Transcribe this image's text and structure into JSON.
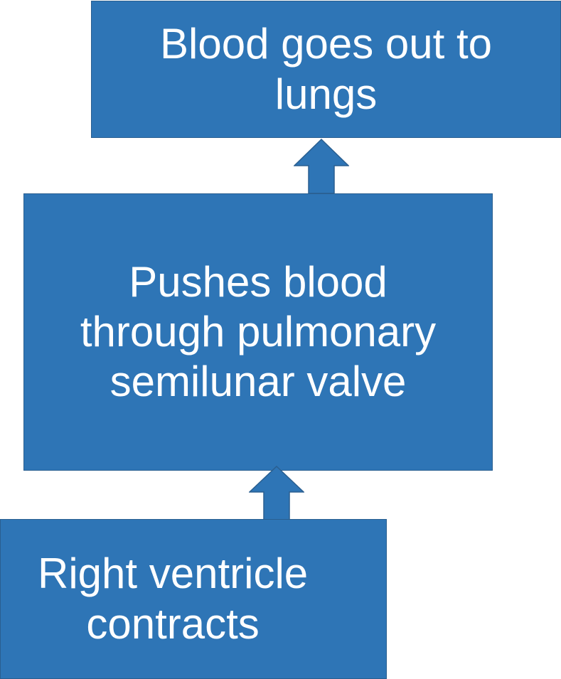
{
  "diagram": {
    "colors": {
      "box_fill": "#2e75b6",
      "box_border": "#2a5f90",
      "text": "#ffffff"
    },
    "steps": [
      {
        "id": "step-3",
        "label": "Blood goes out to\nlungs"
      },
      {
        "id": "step-2",
        "label": "Pushes blood\nthrough pulmonary\nsemilunar valve"
      },
      {
        "id": "step-1",
        "label": "Right ventricle\ncontracts"
      }
    ],
    "arrows": [
      {
        "from": "step-1",
        "to": "step-2",
        "direction": "up"
      },
      {
        "from": "step-2",
        "to": "step-3",
        "direction": "up"
      }
    ]
  }
}
